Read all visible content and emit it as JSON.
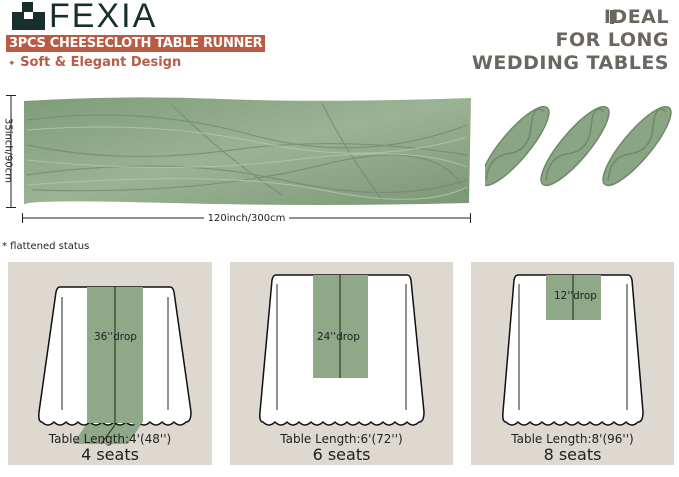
{
  "brand": {
    "name": "FEXIA"
  },
  "product_title": "3PCS CHEESECLOTH TABLE RUNNER",
  "feature": "Soft & Elegant Design",
  "feature_bullet": "✦",
  "headline": [
    "IDEAL",
    "FOR LONG",
    "WEDDING TABLES"
  ],
  "dimensions": {
    "width": "35inch/90cm",
    "length": "120inch/300cm"
  },
  "note": "* flattened status",
  "colors": {
    "sage": "#8fa888",
    "accent": "#b85c45",
    "panel": "#ddd8d0",
    "headline": "#6b6660"
  },
  "tables": [
    {
      "drop": "36''drop",
      "length": "Table Length:4'(48'')",
      "seats": "4 seats"
    },
    {
      "drop": "24''drop",
      "length": "Table Length:6'(72'')",
      "seats": "6 seats"
    },
    {
      "drop": "12''drop",
      "length": "Table Length:8'(96'')",
      "seats": "8 seats"
    }
  ]
}
